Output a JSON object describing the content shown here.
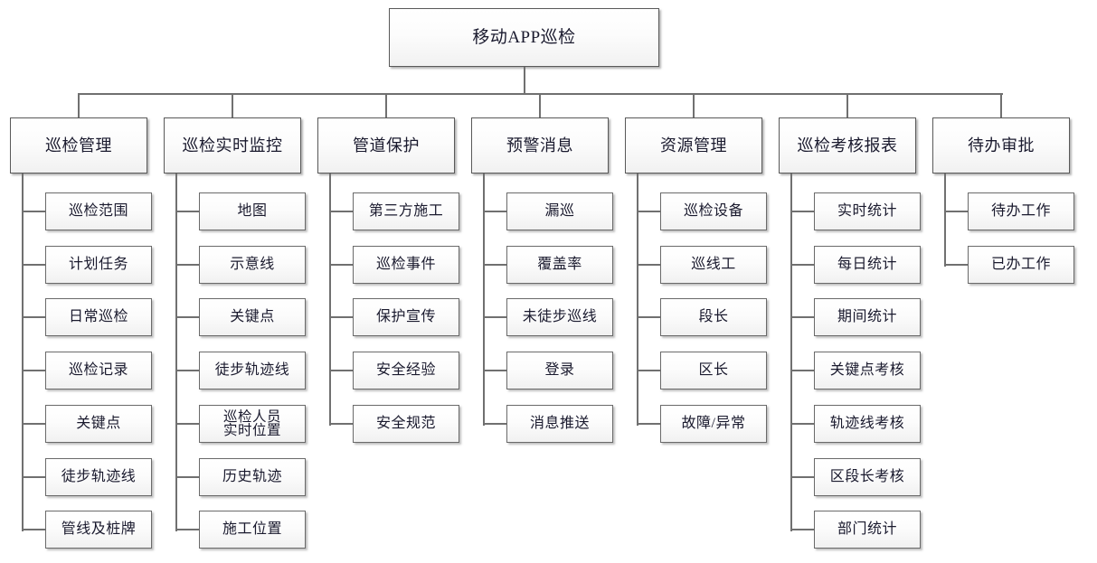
{
  "diagram": {
    "title": "移动APP巡检",
    "type": "tree-hierarchy",
    "root": {
      "label": "移动APP巡检"
    },
    "columns": [
      {
        "label": "巡检管理",
        "children": [
          {
            "label": "巡检范围"
          },
          {
            "label": "计划任务"
          },
          {
            "label": "日常巡检"
          },
          {
            "label": "巡检记录"
          },
          {
            "label": "关键点"
          },
          {
            "label": "徒步轨迹线"
          },
          {
            "label": "管线及桩牌"
          }
        ]
      },
      {
        "label": "巡检实时监控",
        "children": [
          {
            "label": "地图"
          },
          {
            "label": "示意线"
          },
          {
            "label": "关键点"
          },
          {
            "label": "徒步轨迹线"
          },
          {
            "label": "巡检人员\n实时位置"
          },
          {
            "label": "历史轨迹"
          },
          {
            "label": "施工位置"
          }
        ]
      },
      {
        "label": "管道保护",
        "children": [
          {
            "label": "第三方施工"
          },
          {
            "label": "巡检事件"
          },
          {
            "label": "保护宣传"
          },
          {
            "label": "安全经验"
          },
          {
            "label": "安全规范"
          }
        ]
      },
      {
        "label": "预警消息",
        "children": [
          {
            "label": "漏巡"
          },
          {
            "label": "覆盖率"
          },
          {
            "label": "未徒步巡线"
          },
          {
            "label": "登录"
          },
          {
            "label": "消息推送"
          }
        ]
      },
      {
        "label": "资源管理",
        "children": [
          {
            "label": "巡检设备"
          },
          {
            "label": "巡线工"
          },
          {
            "label": "段长"
          },
          {
            "label": "区长"
          },
          {
            "label": "故障/异常"
          }
        ]
      },
      {
        "label": "巡检考核报表",
        "children": [
          {
            "label": "实时统计"
          },
          {
            "label": "每日统计"
          },
          {
            "label": "期间统计"
          },
          {
            "label": "关键点考核"
          },
          {
            "label": "轨迹线考核"
          },
          {
            "label": "区段长考核"
          },
          {
            "label": "部门统计"
          }
        ]
      },
      {
        "label": "待办审批",
        "children": [
          {
            "label": "待办工作"
          },
          {
            "label": "已办工作"
          }
        ]
      }
    ]
  },
  "style": {
    "box_fill": "#fcfcfc",
    "box_border": "#595959",
    "line_color": "#707070",
    "text_color": "#1a1a2e",
    "background": "#ffffff"
  }
}
